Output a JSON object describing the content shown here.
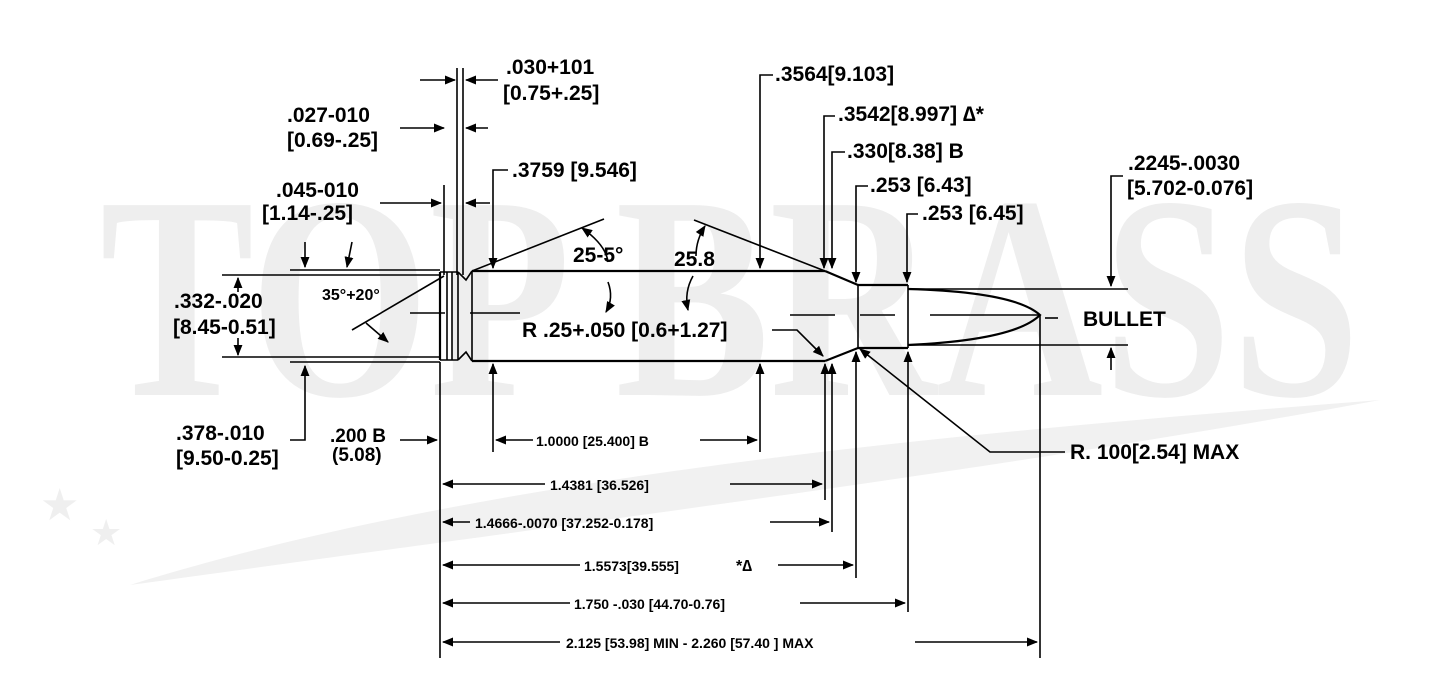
{
  "watermark": "TOP BRASS",
  "colors": {
    "ink": "#000000",
    "watermark": "#eeeeee",
    "background": "#ffffff"
  },
  "labels": {
    "rim_thick_a": ".030+101",
    "rim_thick_b": "[0.75+.25]",
    "groove_w_a": ".027-010",
    "groove_w_b": "[0.69-.25]",
    "groove_d_a": ".045-010",
    "groove_d_b": "[1.14-.25]",
    "body_dia": ".3759 [9.546]",
    "groove_angle": "35°+20°",
    "groove_dia_a": ".332-.020",
    "groove_dia_b": "[8.45-0.51]",
    "rim_dia_a": ".378-.010",
    "rim_dia_b": "[9.50-0.25]",
    "rim_basic_a": ".200 B",
    "rim_basic_b": "(5.08)",
    "shoulder_angle": "25-5°",
    "radius": "R .25+.050 [0.6+1.27]",
    "shoulder_angle2": "25.8",
    "shoulder_dia": ".3564[9.103]",
    "neck_shoulder_dia": ".3542[8.997] ∆*",
    "datum_dia": ".330[8.38] B",
    "neck_dia_1": ".253 [6.43]",
    "neck_dia_2": ".253 [6.45]",
    "bullet_dia_a": ".2245-.0030",
    "bullet_dia_b": "[5.702-0.076]",
    "bullet": "BULLET",
    "neck_radius": "R. 100[2.54] MAX",
    "len_1": "1.0000 [25.400] B",
    "len_2": "1.4381 [36.526]",
    "len_3": "1.4666-.0070 [37.252-0.178]",
    "len_4": "1.5573[39.555]",
    "len_4_mark": "*∆",
    "len_5": "1.750 -.030 [44.70-0.76]",
    "len_6": "2.125 [53.98] MIN  - 2.260  [57.40 ] MAX"
  }
}
